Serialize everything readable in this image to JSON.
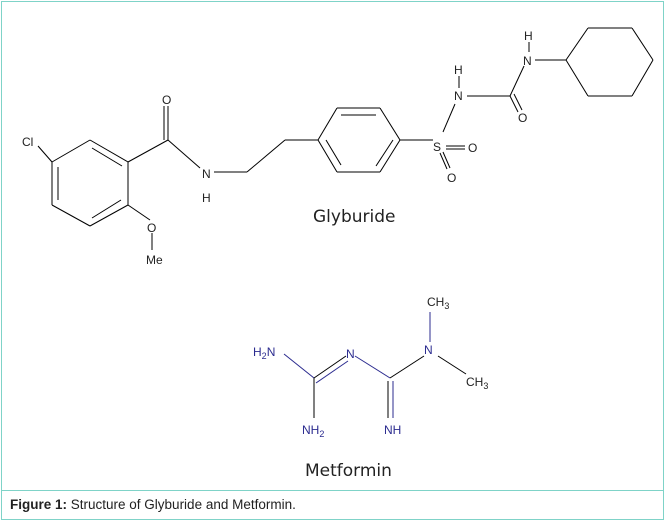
{
  "figure": {
    "caption_label": "Figure 1:",
    "caption_text": " Structure of Glyburide and Metformin."
  },
  "glyburide": {
    "name": "Glyburide",
    "atoms": {
      "cl": "Cl",
      "o_carbonyl": "O",
      "n_amide": "N",
      "h_amide": "H",
      "o_methoxy": "O",
      "me": "Me",
      "s": "S",
      "o_s1": "O",
      "o_s2": "O",
      "h_sulfonyl_n": "H",
      "n_sulfonyl": "N",
      "o_urea": "O",
      "h_urea_n": "H",
      "n_urea": "N"
    }
  },
  "metformin": {
    "name": "Metformin",
    "atoms": {
      "h2n_main": "H",
      "h2n_sub": "2",
      "h2n_n": "N",
      "n_bridge": "N",
      "n_dimethyl": "N",
      "ch3_top_main": "CH",
      "ch3_top_sub": "3",
      "ch3_right_main": "CH",
      "ch3_right_sub": "3",
      "nh2_nh": "NH",
      "nh2_sub": "2",
      "nh": "NH"
    },
    "color": "#2b2b8f"
  }
}
